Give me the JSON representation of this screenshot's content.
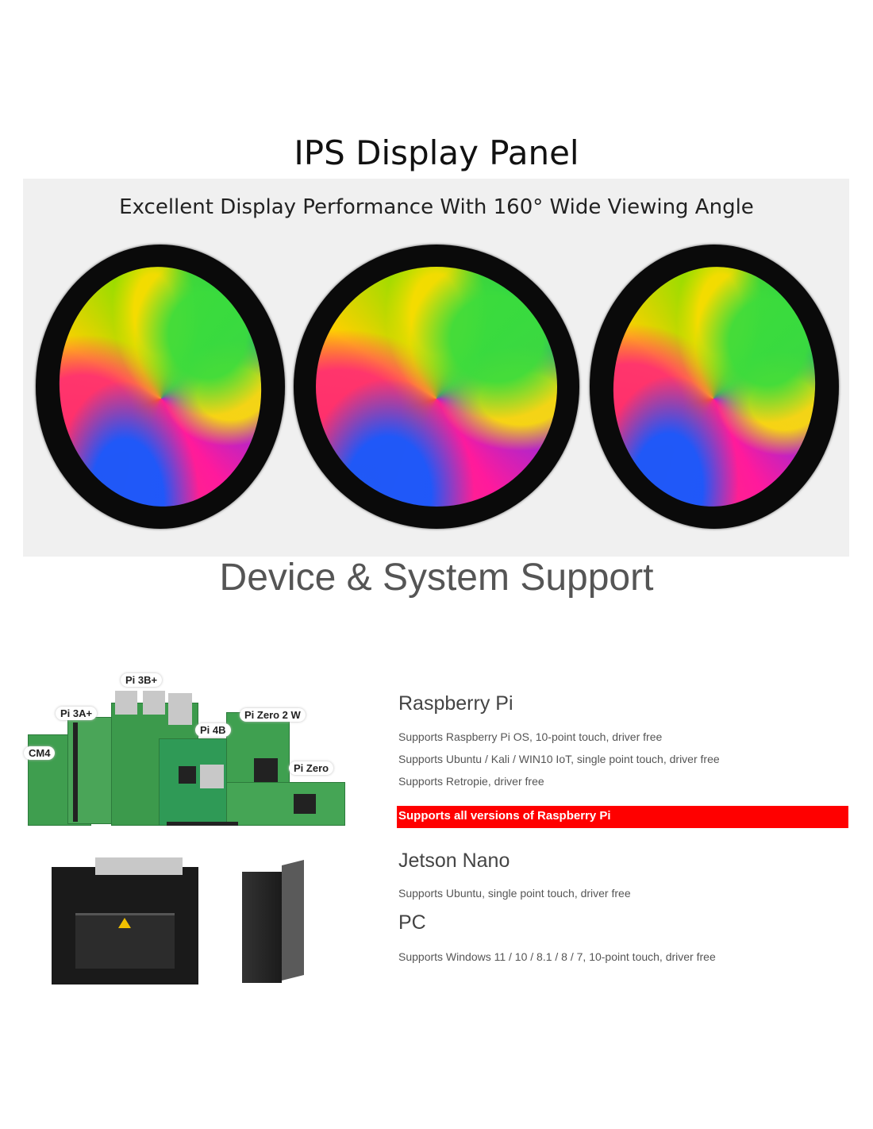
{
  "header": {
    "title": "IPS Display Panel",
    "subtitle": "Excellent Display Performance With 160° Wide Viewing Angle"
  },
  "support": {
    "title": "Device & System Support",
    "board_labels": [
      "Pi 3B+",
      "Pi 3A+",
      "Pi 4B",
      "Pi Zero 2 W",
      "CM4",
      "Pi Zero"
    ],
    "raspberry": {
      "heading": "Raspberry Pi",
      "lines": [
        "Supports Raspberry Pi OS, 10-point touch, driver free",
        "Supports Ubuntu / Kali / WIN10 IoT, single point touch, driver free",
        "Supports Retropie, driver free"
      ],
      "highlight": "Supports all versions of Raspberry Pi"
    },
    "jetson": {
      "heading": "Jetson Nano",
      "lines": [
        "Supports Ubuntu, single point touch, driver free"
      ]
    },
    "pc": {
      "heading": "PC",
      "lines": [
        "Supports Windows 11 / 10 / 8.1 / 8 / 7, 10-point touch, driver free"
      ]
    }
  },
  "colors": {
    "highlight": "#ff0000",
    "panel": "#f0f0f0"
  }
}
